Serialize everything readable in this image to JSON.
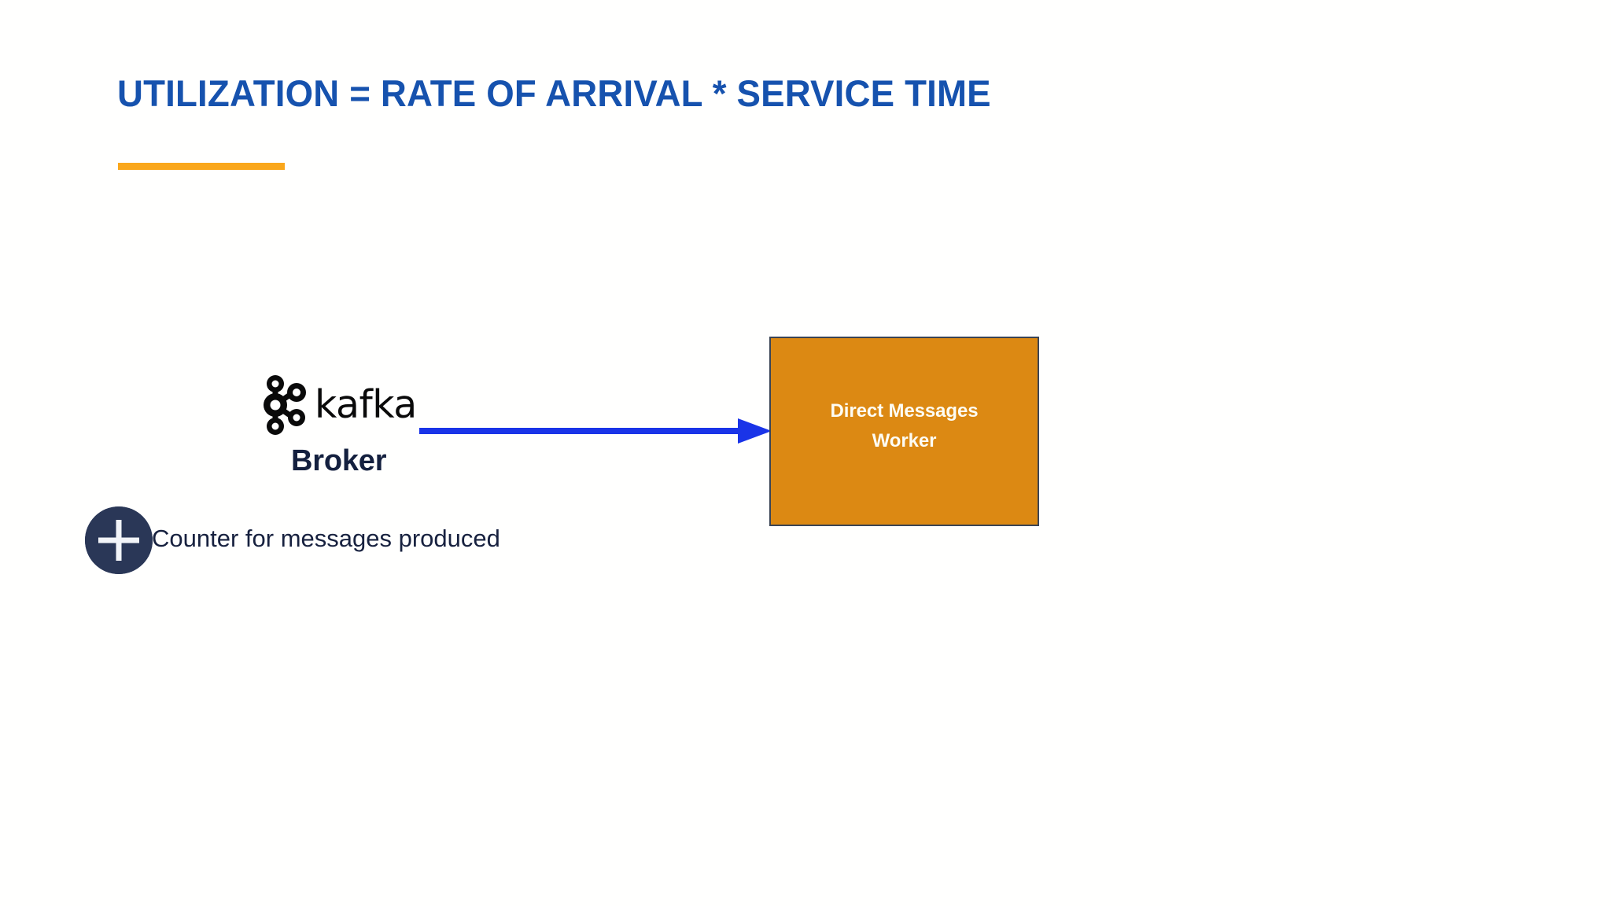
{
  "slide": {
    "title": "UTILIZATION = RATE OF ARRIVAL * SERVICE TIME",
    "accent_bar_color": "#FAA71B",
    "title_color": "#1652AE",
    "background_color": "#FFFFFE"
  },
  "diagram": {
    "source": {
      "brand": "kafka",
      "role": "Broker",
      "logo_icon": "kafka-logo-icon",
      "brand_color": "#0A0A0A",
      "role_color": "#14203F"
    },
    "connector": {
      "icon": "right-arrow-icon",
      "color": "#1A34E8",
      "direction": "left-to-right"
    },
    "target": {
      "label_line_1": "Direct Messages",
      "label_line_2": "Worker",
      "fill_color": "#DC8913",
      "border_color": "#3A4454",
      "text_color": "#FDFCF3"
    }
  },
  "annotation": {
    "badge_icon": "plus-icon",
    "badge_color": "#2A3757",
    "text": "Counter for messages produced",
    "text_color": "#17213F"
  }
}
